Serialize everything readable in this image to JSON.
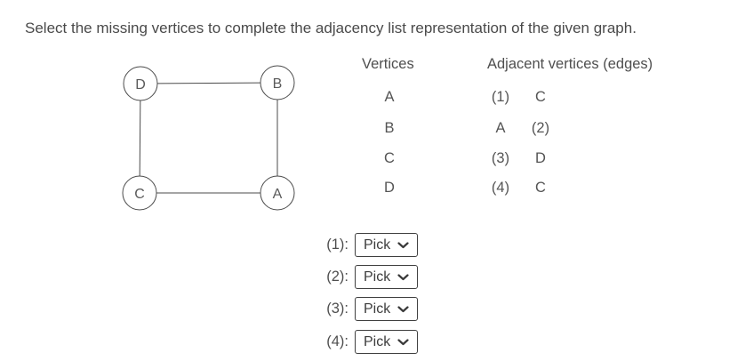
{
  "title": "Select the missing vertices to complete the adjacency list representation of the given graph.",
  "graph": {
    "vertices": [
      "D",
      "B",
      "C",
      "A"
    ],
    "edges": [
      [
        "D",
        "B"
      ],
      [
        "D",
        "C"
      ],
      [
        "B",
        "A"
      ],
      [
        "C",
        "A"
      ]
    ]
  },
  "table": {
    "headers": [
      "Vertices",
      "Adjacent vertices (edges)"
    ],
    "rows": [
      {
        "vertex": "A",
        "col1": "(1)",
        "col2": "C"
      },
      {
        "vertex": "B",
        "col1": "A",
        "col2": "(2)"
      },
      {
        "vertex": "C",
        "col1": "(3)",
        "col2": "D"
      },
      {
        "vertex": "D",
        "col1": "(4)",
        "col2": "C"
      }
    ]
  },
  "dropdowns": [
    {
      "label": "(1):",
      "value": "Pick"
    },
    {
      "label": "(2):",
      "value": "Pick"
    },
    {
      "label": "(3):",
      "value": "Pick"
    },
    {
      "label": "(4):",
      "value": "Pick"
    }
  ],
  "colors": {
    "background": "#ffffff",
    "text": "#4d4d4d",
    "graph_stroke": "#4b4b4b",
    "select_border": "#3f3f3f"
  }
}
